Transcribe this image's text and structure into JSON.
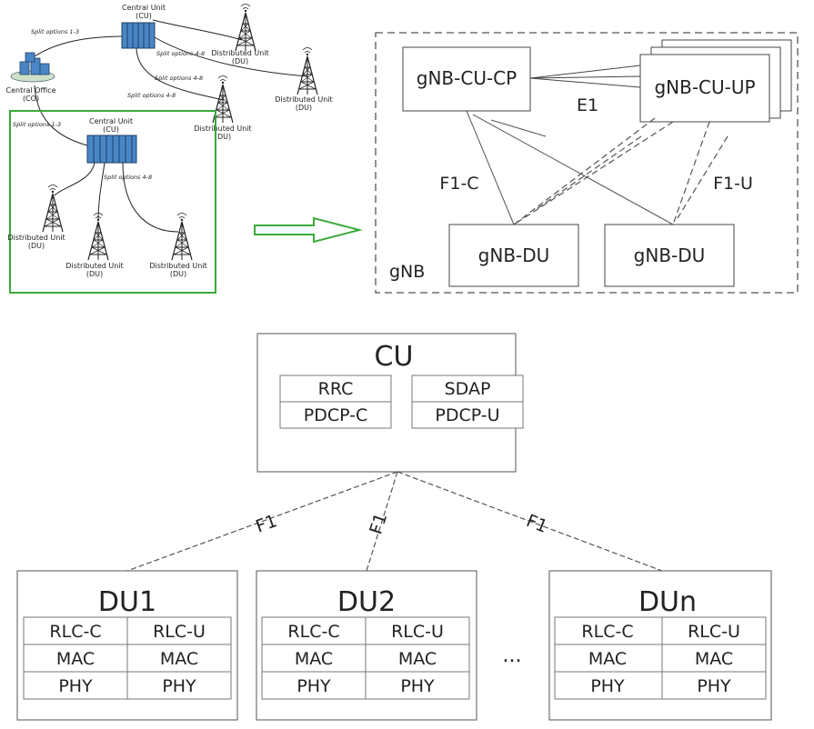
{
  "topology": {
    "central_unit_top": {
      "title": "Central Unit",
      "abbr": "(CU)"
    },
    "central_office": {
      "title": "Central Office",
      "abbr": "(CO)"
    },
    "split_labels": {
      "a": "Split options 1-3",
      "b": "Split options 4-8",
      "c": "Split options 4-8",
      "d": "Split options 4-8",
      "e": "Split options 1-3",
      "f": "Split options 4-8"
    },
    "du_label": {
      "title": "Distributed Unit",
      "abbr": "(DU)"
    },
    "central_unit_bottom": {
      "title": "Central Unit",
      "abbr": "(CU)"
    },
    "highlight_color": "#3aa93a",
    "server_color": "#4a86c5"
  },
  "gnb": {
    "cu_cp": "gNB-CU-CP",
    "cu_up": "gNB-CU-UP",
    "e1": "E1",
    "f1c": "F1-C",
    "f1u": "F1-U",
    "du_a": "gNB-DU",
    "du_b": "gNB-DU",
    "container_label": "gNB"
  },
  "arch": {
    "cu_title": "CU",
    "cu_cells": {
      "rrc": "RRC",
      "pdcp_c": "PDCP-C",
      "sdap": "SDAP",
      "pdcp_u": "PDCP-U"
    },
    "f1_label": "F1",
    "ellipsis": "...",
    "dus": [
      {
        "title": "DU1",
        "rlc_c": "RLC-C",
        "rlc_u": "RLC-U",
        "mac": "MAC",
        "phy": "PHY"
      },
      {
        "title": "DU2",
        "rlc_c": "RLC-C",
        "rlc_u": "RLC-U",
        "mac": "MAC",
        "phy": "PHY"
      },
      {
        "title": "DUn",
        "rlc_c": "RLC-C",
        "rlc_u": "RLC-U",
        "mac": "MAC",
        "phy": "PHY"
      }
    ]
  }
}
